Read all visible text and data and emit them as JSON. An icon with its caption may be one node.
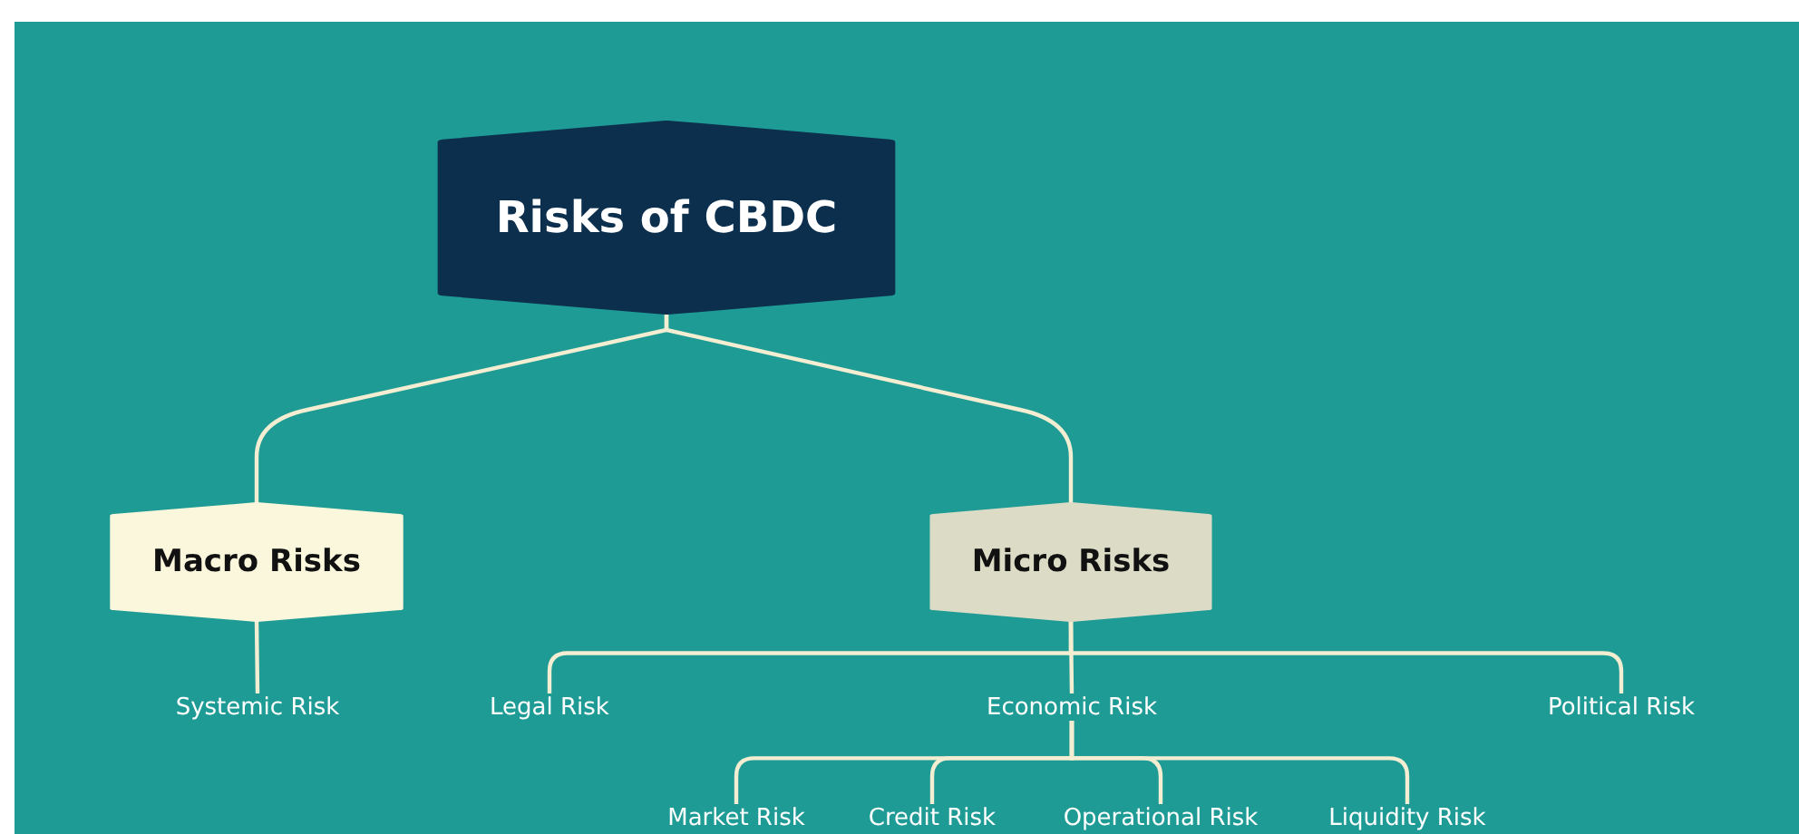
{
  "diagram": {
    "nodes": [
      {
        "text": [
          "Risks of CBDC"
        ]
      },
      {
        "text": [
          "Macro Risks"
        ]
      },
      {
        "text": [
          "Micro Risks"
        ]
      },
      {
        "text": [
          "Systemic Risk"
        ]
      },
      {
        "text": [
          "Legal Risk"
        ]
      },
      {
        "text": [
          "Economic Risk"
        ]
      },
      {
        "text": [
          "Political Risk"
        ]
      },
      {
        "text": [
          "Market Risk"
        ]
      },
      {
        "text": [
          "Credit Risk"
        ]
      },
      {
        "text": [
          "Operational Risk"
        ]
      },
      {
        "text": [
          "Liquidity Risk"
        ]
      }
    ],
    "edges": [
      {
        "from": 0,
        "to": 1,
        "arrow": "none"
      },
      {
        "from": 0,
        "to": 2,
        "arrow": "none"
      },
      {
        "from": 1,
        "to": 3,
        "arrow": "none"
      },
      {
        "from": 2,
        "to": 4,
        "arrow": "none"
      },
      {
        "from": 2,
        "to": 5,
        "arrow": "none"
      },
      {
        "from": 2,
        "to": 6,
        "arrow": "none"
      },
      {
        "from": 5,
        "to": 7,
        "arrow": "none"
      },
      {
        "from": 5,
        "to": 8,
        "arrow": "none"
      },
      {
        "from": 5,
        "to": 9,
        "arrow": "none"
      },
      {
        "from": 5,
        "to": 10,
        "arrow": "none"
      }
    ]
  }
}
